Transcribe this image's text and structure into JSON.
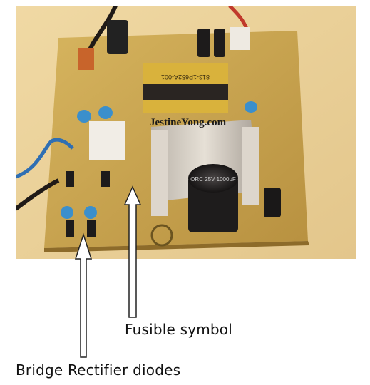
{
  "photo": {
    "watermark": "JestineYong.com",
    "transformer_label": "813-1P652A-001",
    "capacitor_label": "ORC 25V 1000uF",
    "colors": {
      "wall": "#e8cf97",
      "board": "#c9a54e",
      "board_dark": "#8d6b2a",
      "heatsink": "#cfc8bf",
      "capacitor": "#1e1c1c",
      "blue_cap": "#3b8fcc"
    }
  },
  "annotations": {
    "fusible_label": "Fusible symbol",
    "bridge_label": "Bridge Rectifier diodes"
  }
}
